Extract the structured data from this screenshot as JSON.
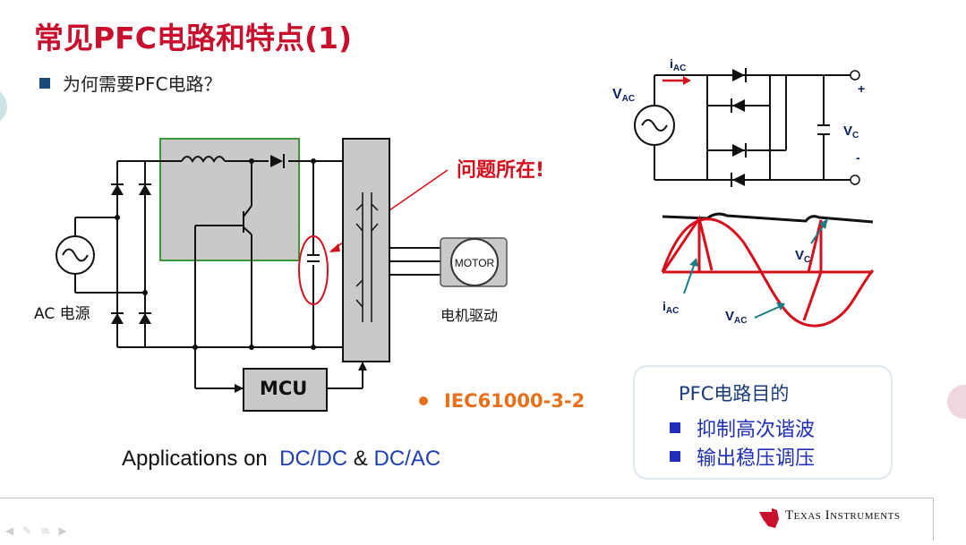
{
  "slide": {
    "title": "常见PFC电路和特点(1)",
    "subtitle": "为何需要PFC电路？",
    "problem_label": "问题所在!",
    "ac_source_label": "AC 电源",
    "motor_text": "MOTOR",
    "motor_drive_label": "电机驱动",
    "mcu_label": "MCU",
    "standard": "IEC61000-3-2",
    "applications": {
      "prefix": "Applications on",
      "dcdc": "DC/DC",
      "amp": "&",
      "dcac": "DC/AC"
    },
    "purpose": {
      "title": "PFC电路目的",
      "items": [
        "抑制高次谐波",
        "输出稳压调压"
      ]
    },
    "rectifier_labels": {
      "iac_base": "i",
      "iac_sub": "AC",
      "vac_base": "V",
      "vac_sub": "AC",
      "plus": "+",
      "vc_base": "V",
      "vc_sub": "C",
      "minus": "-"
    },
    "waveform_labels": {
      "iac_base": "i",
      "iac_sub": "AC",
      "vac_base": "V",
      "vac_sub": "AC",
      "vc_base": "V",
      "vc_sub": "C"
    },
    "footer": {
      "company": "Texas Instruments"
    },
    "colors": {
      "title": "#c8102e",
      "accent_blue": "#1f3fb0",
      "warning_red": "#d60f1c",
      "standard_orange": "#e8701a"
    }
  }
}
